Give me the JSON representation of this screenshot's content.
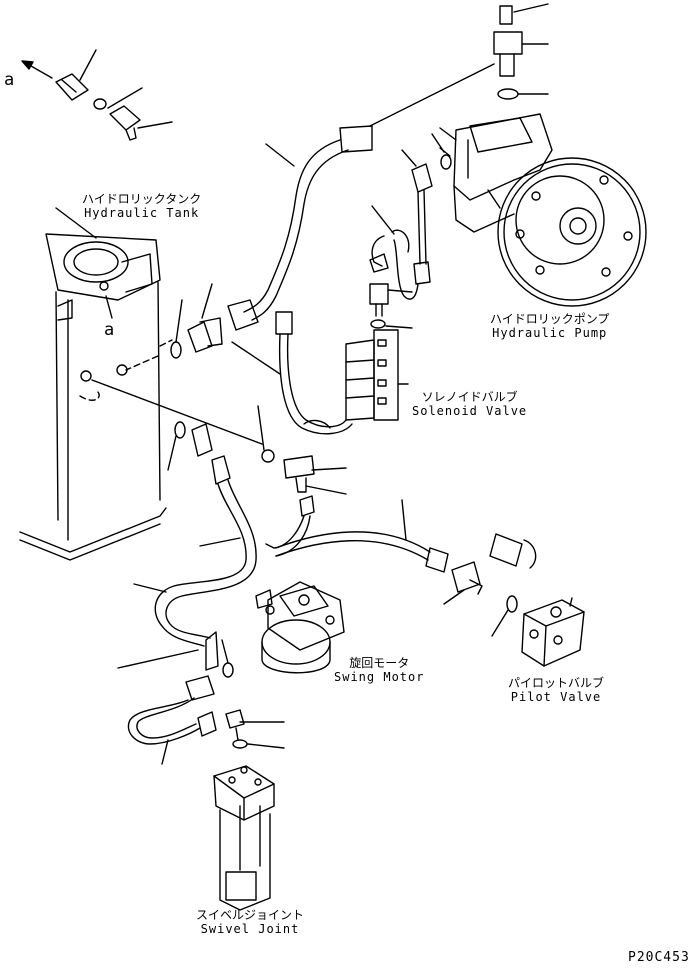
{
  "diagram": {
    "drawing_code": "P20C453",
    "reference_mark": "a",
    "components": [
      {
        "id": "hydraulic_tank",
        "label_jp": "ハイドロリックタンク",
        "label_en": "Hydraulic Tank"
      },
      {
        "id": "hydraulic_pump",
        "label_jp": "ハイドロリックポンプ",
        "label_en": "Hydraulic Pump"
      },
      {
        "id": "solenoid_valve",
        "label_jp": "ソレノイドバルブ",
        "label_en": "Solenoid Valve"
      },
      {
        "id": "swing_motor",
        "label_jp": "旋回モータ",
        "label_en": "Swing Motor"
      },
      {
        "id": "pilot_valve",
        "label_jp": "パイロットバルブ",
        "label_en": "Pilot Valve"
      },
      {
        "id": "swivel_joint",
        "label_jp": "スイベルジョイント",
        "label_en": "Swivel Joint"
      }
    ]
  }
}
